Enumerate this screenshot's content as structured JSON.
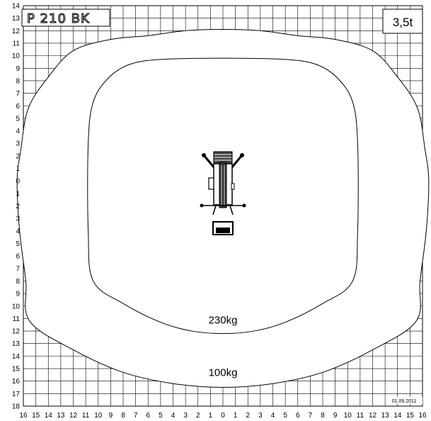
{
  "title": {
    "model": "P 210 BK",
    "capacity": "3,5t",
    "date": "01.09.2011"
  },
  "chart_data": {
    "type": "working-range-diagram",
    "y_tick_labels": [
      "14",
      "13",
      "12",
      "11",
      "10",
      "9",
      "8",
      "7",
      "6",
      "5",
      "4",
      "3",
      "2",
      "1",
      "0",
      "1",
      "2",
      "3",
      "4",
      "5",
      "6",
      "7",
      "8",
      "9",
      "10",
      "11",
      "12",
      "13",
      "14",
      "15",
      "16",
      "17",
      "18"
    ],
    "x_tick_labels": [
      "16",
      "15",
      "14",
      "13",
      "12",
      "11",
      "10",
      "9",
      "8",
      "7",
      "6",
      "5",
      "4",
      "3",
      "2",
      "1",
      "0",
      "1",
      "2",
      "3",
      "4",
      "5",
      "6",
      "7",
      "8",
      "9",
      "10",
      "11",
      "12",
      "13",
      "14",
      "15",
      "16"
    ],
    "xlim": [
      -16,
      16
    ],
    "ylim": [
      -18,
      14
    ],
    "grid": true,
    "zones": [
      {
        "label": "230kg",
        "label_position": [
          0,
          -11.4
        ],
        "outline": [
          [
            0,
            9.8
          ],
          [
            -5,
            9.7
          ],
          [
            -7.5,
            9.3
          ],
          [
            -9.2,
            8.2
          ],
          [
            -10.4,
            6.3
          ],
          [
            -10.8,
            3
          ],
          [
            -10.8,
            -4
          ],
          [
            -10.4,
            -8
          ],
          [
            -8,
            -9.8
          ],
          [
            -5,
            -11.3
          ],
          [
            -2.5,
            -12
          ],
          [
            0,
            -12.2
          ],
          [
            2.5,
            -12
          ],
          [
            5,
            -11.3
          ],
          [
            8,
            -9.8
          ],
          [
            10.4,
            -8
          ],
          [
            10.8,
            -4
          ],
          [
            10.8,
            3
          ],
          [
            10.4,
            6.3
          ],
          [
            9.2,
            8.2
          ],
          [
            7.5,
            9.3
          ],
          [
            5,
            9.7
          ]
        ]
      },
      {
        "label": "100kg",
        "label_position": [
          0,
          -15.6
        ],
        "outline": [
          [
            0,
            12.1
          ],
          [
            -3,
            12
          ],
          [
            -6,
            11.6
          ],
          [
            -9,
            11.3
          ],
          [
            -12,
            10.4
          ],
          [
            -14,
            8.3
          ],
          [
            -15.6,
            5.8
          ],
          [
            -16.2,
            2.5
          ],
          [
            -16.5,
            0
          ],
          [
            -16.3,
            -4
          ],
          [
            -15.8,
            -8
          ],
          [
            -15.5,
            -11.2
          ],
          [
            -12,
            -13.5
          ],
          [
            -8,
            -15.3
          ],
          [
            -4,
            -16.2
          ],
          [
            0,
            -16.5
          ],
          [
            4,
            -16.2
          ],
          [
            8,
            -15.3
          ],
          [
            12,
            -13.5
          ],
          [
            15.5,
            -11.2
          ],
          [
            15.8,
            -8
          ],
          [
            16.3,
            -4
          ],
          [
            16.5,
            0
          ],
          [
            16.2,
            2.5
          ],
          [
            15.6,
            5.8
          ],
          [
            14,
            8.3
          ],
          [
            12,
            10.4
          ],
          [
            9,
            11.3
          ],
          [
            6,
            11.6
          ],
          [
            3,
            12
          ]
        ]
      }
    ]
  }
}
